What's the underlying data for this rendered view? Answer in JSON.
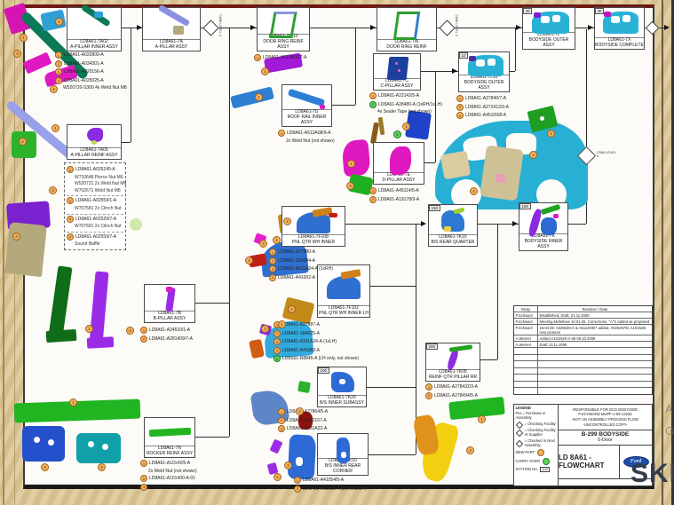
{
  "canvas": {
    "watermark": "SKI",
    "edge_letter_a": "A",
    "edge_letter_g": "G"
  },
  "cmm_label": "CMM LEVEL 4",
  "chips": {
    "n1": "1",
    "n2": "2",
    "n3": "3",
    "n4": "4",
    "n5": "5"
  },
  "boxes": {
    "7a02": {
      "station": "",
      "l1": "LD8A61-7A02",
      "l2": "A-PILLAR INNER ASSY"
    },
    "7a": {
      "station": "",
      "l1": "LD8A61-7A",
      "l2": "A-PILLAR ASSY"
    },
    "7w10": {
      "station": "",
      "l1": "LD8A61-7W10",
      "l2": "DOOR RING REINF ASSY"
    },
    "7w": {
      "station": "",
      "l1": "LD8A61-7W",
      "l2": "DOOR RING REINF"
    },
    "7l": {
      "station": "20",
      "l1": "LD8A61-7L",
      "l2": "BODYSIDE OUTER ASSY"
    },
    "7x": {
      "station": "30",
      "l1": "LD8A61-7X",
      "l2": "BODYSIDE COMPLETE"
    },
    "7u": {
      "station": "",
      "l1": "LD8A61-7U",
      "l2": "ROOF RAIL INNER ASSY"
    },
    "7c": {
      "station": "",
      "l1": "LD8A61-7C",
      "l2": "C-PILLAR ASSY"
    },
    "7l10": {
      "station": "10",
      "l1": "LD8A61-7L10",
      "l2": "BODYSIDE OUTER ASSY"
    },
    "7e": {
      "station": "",
      "l1": "LD8A61-7E",
      "l2": "D-PILLAR ASSY"
    },
    "7a05": {
      "station": "",
      "l1": "LD8A61-7A05",
      "l2": "A-PILLAR REINF ASSY"
    },
    "7b": {
      "station": "",
      "l1": "LD8A61-7B",
      "l2": "B-PILLAR ASSY"
    },
    "7n": {
      "station": "",
      "l1": "LD8A61-7N",
      "l2": "ROCKER REINF ASSY"
    },
    "7f108": {
      "station": "",
      "l1": "LD8A61-7F108",
      "l2": "PNL QTR WH INNER"
    },
    "7f102": {
      "station": "",
      "l1": "LD8A61-7F102",
      "l2": "PNL QTR WH INNER LH"
    },
    "7k20": {
      "station": "100",
      "l1": "LD8A61-7K20",
      "l2": "B/S INNER SUBASSY"
    },
    "7k10": {
      "station": "",
      "l1": "LD8A61-7K10",
      "l2": "B/S INNER REAR CORNER"
    },
    "7k15": {
      "station": "150",
      "l1": "LD8A61-7K15",
      "l2": "B/S REAR QUARTER"
    },
    "7k": {
      "station": "160",
      "l1": "LD8A61-7K",
      "l2": "BODYSIDE INNER ASSY"
    },
    "7k05": {
      "station": "200",
      "l1": "LD8A61-7K05",
      "l2": "REINF QTR PILLAR RR"
    }
  },
  "lists": {
    "a02": [
      {
        "n": "1",
        "c": "o",
        "t": "LD8A61-A022809-A"
      },
      {
        "n": "2",
        "c": "o",
        "t": "LD8A61-A034301-A"
      },
      {
        "n": "3",
        "c": "o",
        "t": "LD8A61-A020156-A"
      },
      {
        "n": "4",
        "c": "o",
        "t": "LD8A61-A025025-A"
      },
      {
        "t": "W520720-S300 4x Weld Nut M8"
      }
    ],
    "w10": [
      {
        "n": "1",
        "c": "o",
        "t": "LD8A61-A513A06/7-A"
      }
    ],
    "u": [
      {
        "n": "1",
        "c": "o",
        "t": "LD8A61-A513A08/9-A"
      },
      {
        "t": "2x Weld Nut (not shown)"
      }
    ],
    "c": [
      {
        "n": "1",
        "c": "o",
        "t": "LD8A61-A22142/5-A"
      },
      {
        "n": "2",
        "c": "g",
        "t": "LD8A61-A28480-A (1xRH/1xLH)"
      },
      {
        "t": "4x Sealer Tape (not shown)"
      }
    ],
    "l10": [
      {
        "n": "1",
        "c": "o",
        "t": "LD8A61-A27846/7-A"
      },
      {
        "n": "2",
        "c": "o",
        "t": "LD8A61-A272412/3-A"
      },
      {
        "n": "3",
        "c": "o",
        "t": "LD8A61-A45109/8-A"
      }
    ],
    "e": [
      {
        "n": "1",
        "c": "o",
        "t": "LD8A61-A45114/5-A"
      },
      {
        "n": "2",
        "c": "o",
        "t": "LD8A61-A19178/9-A"
      }
    ],
    "a05": [
      {
        "n": "1",
        "c": "o",
        "t": "LD8A61-A025245-A",
        "sub": [
          "W710648 Pierce Nut M6",
          "W520721 2x Weld Nut M6",
          "W702671 Weld Nut M8"
        ]
      },
      {
        "n": "2",
        "c": "o",
        "t": "LD8A61-A02559/1-A",
        "sub": [
          "W707581 2x Clinch Nut"
        ]
      },
      {
        "n": "3",
        "c": "o",
        "t": "LD8A61-A02529/7-A",
        "sub": [
          "W707581 2x Clinch Nut"
        ]
      },
      {
        "n": "4",
        "c": "o",
        "t": "LD8A61-A02559/7-A",
        "sub": [
          "Sound Baffle"
        ]
      }
    ],
    "b": [
      {
        "n": "1",
        "c": "o",
        "t": "LD8A61-A24533/1-A"
      },
      {
        "n": "2",
        "c": "o",
        "t": "LD8A61-A281409/7-A"
      }
    ],
    "nl": [
      {
        "n": "1",
        "c": "o",
        "t": "LD8A61-A10142/5-A"
      },
      {
        "t": "2x Weld Nut (not shown)"
      },
      {
        "n": "2",
        "c": "o",
        "t": "LD8A61-A101400-A-01"
      },
      {
        "n": "3",
        "c": "o",
        "t": "LD8A61-A101400-A-03"
      }
    ],
    "f108": [
      {
        "n": "1",
        "c": "o",
        "t": "LD8A61-A27880-A"
      },
      {
        "n": "2",
        "c": "o",
        "t": "LD8A61-15A304-A"
      },
      {
        "n": "3",
        "c": "o",
        "t": "LD8A61-A311A24-A (1xRH)"
      },
      {
        "n": "4",
        "c": "o",
        "t": "LD8A61-A41002-A"
      }
    ],
    "f102": [
      {
        "n": "1",
        "c": "o",
        "t": "LD8A61-A27887-A"
      },
      {
        "n": "2",
        "c": "o",
        "t": "LD8A61-18A025-A"
      },
      {
        "n": "3",
        "c": "o",
        "t": "LD8A61-A311A24-A (1xLH)"
      },
      {
        "n": "4",
        "c": "o",
        "t": "LD8A61-A41083-A"
      },
      {
        "n": "5",
        "c": "g",
        "t": "LD8S61-R8845-A (LH only, not shown)"
      }
    ],
    "k20": [
      {
        "n": "1",
        "c": "o",
        "t": "LD8A61-A27864/5-A"
      },
      {
        "n": "2",
        "c": "o",
        "t": "LD8A61-A302167-A"
      },
      {
        "n": "3",
        "c": "o",
        "t": "LD8A61-A031A22-A"
      }
    ],
    "k10": [
      {
        "n": "1",
        "c": "o",
        "t": "LD8A61-A41054/5-A"
      },
      {
        "n": "2",
        "c": "o",
        "t": "LD8A61-A63103-A (2xRH/2xLH)"
      }
    ],
    "k05": [
      {
        "n": "1",
        "c": "o",
        "t": "LD8A61-A278432/3-A"
      },
      {
        "n": "2",
        "c": "o",
        "t": "LD8A61-A278494/5-A"
      }
    ]
  },
  "revision_table": {
    "headers": [
      "Resp",
      "Revision / Date"
    ],
    "rows": [
      [
        "P.Schwarz",
        "Established, Draft, 21.11.2005"
      ],
      [
        "P.Schwarz",
        "Meeting Mcllellove 10.01.06. Corrections, \"A\"'s added as proposed"
      ],
      [
        "P.Schwarz",
        "18.04.06: A025025-S & A513A06/7 added, A025267/8, A101N26 new pictures"
      ],
      [
        "A.Werner",
        "Added A101N20-A-05  09.10.2006"
      ],
      [
        "A.Werner",
        "Draft 13.11.2006"
      ]
    ],
    "empty_rows": 7
  },
  "legend": {
    "title": "LEGEND",
    "pxx": "Pxx = Purchase in Assembly",
    "check1": "= Checking Facility",
    "check2": "= Checking Facility At Supplier",
    "check3": "= Checked in Next Assembly",
    "new_part": "NEW PART",
    "carry_over": "CARRY OVER",
    "station_no": "STATION No.",
    "station_value": "100"
  },
  "notes": [
    "-RESPONSIBLE FOR DCD BODYSIDE:",
    "P.SCHWARZ MUPF-A 99-12232",
    "-NOT AN ASSEMBLY PROCESS FLOW",
    "-UNCONTROLLED COPY-"
  ],
  "title_block": {
    "program": "B-299 BODYSIDE",
    "variant": "5-Door",
    "title": "LD 8A61 - FLOWCHART",
    "logo": "Ford"
  }
}
